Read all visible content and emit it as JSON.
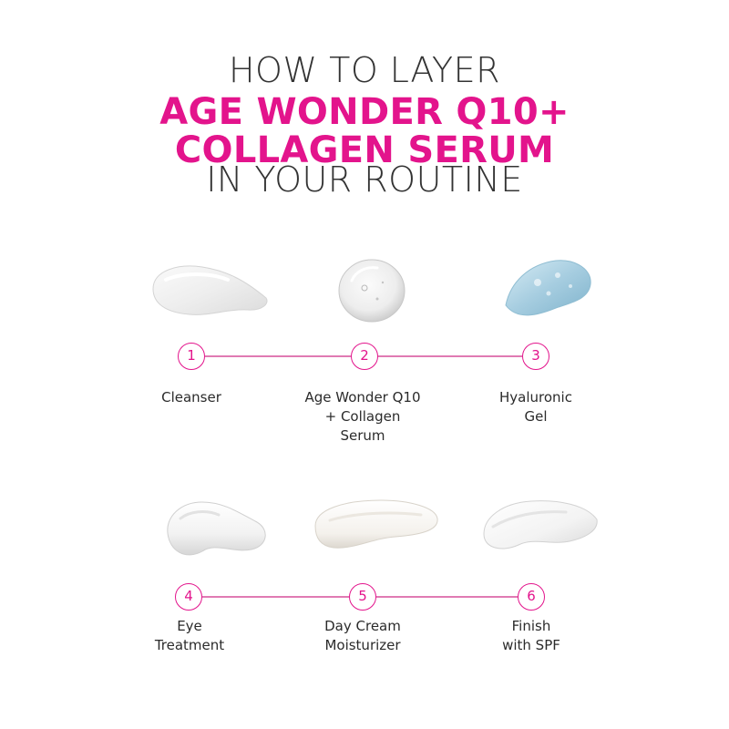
{
  "heading": {
    "line1": "HOW TO LAYER",
    "line2": "AGE WONDER Q10+",
    "line3": "COLLAGEN SERUM",
    "line4": "IN YOUR ROUTINE"
  },
  "colors": {
    "accent": "#e3148c",
    "line": "#e07ab3",
    "text": "#2b2b2b"
  },
  "steps": [
    {
      "number": "1",
      "label": "Cleanser",
      "swatch": "clear-gel-smear"
    },
    {
      "number": "2",
      "label": "Age Wonder Q10\n+ Collagen\nSerum",
      "swatch": "clear-serum-drop"
    },
    {
      "number": "3",
      "label": "Hyaluronic\nGel",
      "swatch": "blue-gel-smear"
    },
    {
      "number": "4",
      "label": "Eye\nTreatment",
      "swatch": "white-cream-swirl"
    },
    {
      "number": "5",
      "label": "Day Cream\nMoisturizer",
      "swatch": "white-cream-smear"
    },
    {
      "number": "6",
      "label": "Finish\nwith SPF",
      "swatch": "white-lotion-smear"
    }
  ]
}
